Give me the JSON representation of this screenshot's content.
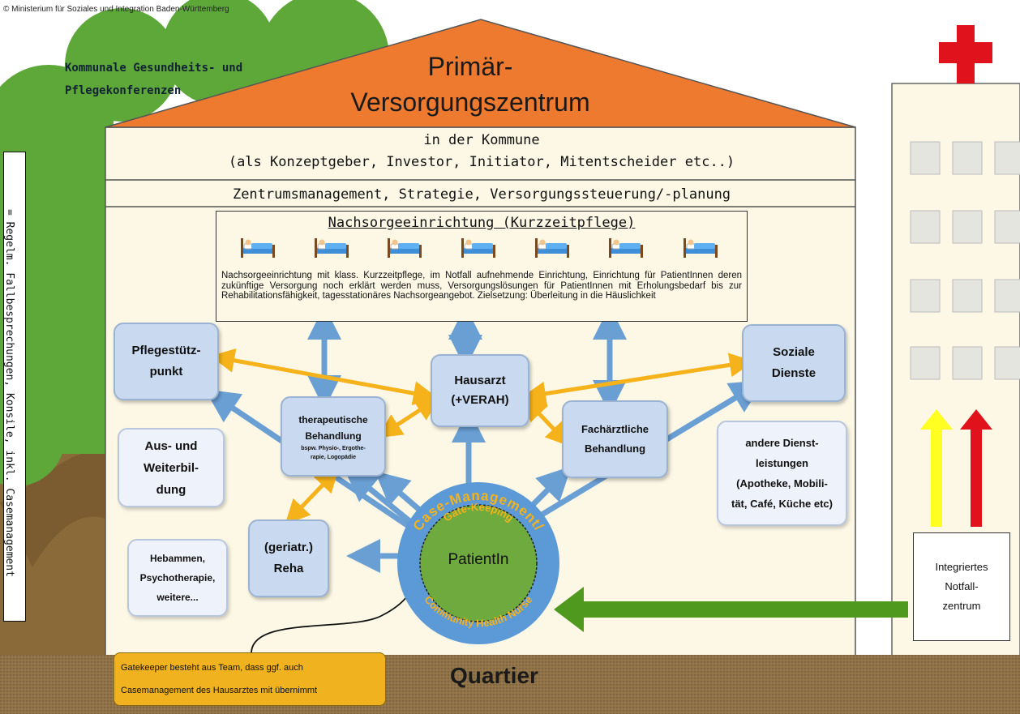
{
  "copyright": "© Ministerium für Soziales und Integration Baden-Württemberg",
  "tree_label": [
    "Kommunale Gesundheits- und",
    "Pflegekonferenzen"
  ],
  "roof_title": [
    "Primär-",
    "Versorgungszentrum"
  ],
  "commune_row": [
    "in der Kommune",
    "(als Konzeptgeber, Investor, Initiator, Mitentscheider etc..)"
  ],
  "management_row": "Zentrumsmanagement, Strategie, Versorgungssteuerung/-planung",
  "aftercare": {
    "title": "Nachsorgeeinrichtung (Kurzzeitpflege)",
    "bed_icons": [
      "bed-icon",
      "bed-icon",
      "bed-icon",
      "bed-icon",
      "bed-icon",
      "bed-icon",
      "bed-icon"
    ],
    "text": "Nachsorgeeinrichtung mit klass. Kurzzeitpflege, im Notfall aufnehmende Einrichtung, Einrichtung für PatientInnen deren zukünftige Versorgung noch erklärt werden muss, Versorgungslösungen für PatientInnen mit Erholungsbedarf bis zur Rehabilitationsfähigkeit, tagesstationäres Nachsorgeangebot. Zielsetzung: Überleitung in die Häuslichkeit"
  },
  "side_legend": "= Regelm. Fallbesprechungen, Konsile, inkl. Casemanagement",
  "boxes": {
    "pflege": [
      "Pflegestütz-",
      "punkt"
    ],
    "soziale": [
      "Soziale",
      "Dienste"
    ],
    "hausarzt": [
      "Hausarzt",
      "(+VERAH)"
    ],
    "therapie": [
      "therapeutische",
      "Behandlung"
    ],
    "therapie_small": [
      "bspw. Physio-, Ergothe-",
      "rapie, Logopädie"
    ],
    "facharzt": [
      "Fachärztliche",
      "Behandlung"
    ],
    "ausbildung": [
      "Aus- und",
      "Weiterbil-",
      "dung"
    ],
    "andere": [
      "andere Dienst-",
      "leistungen",
      "(Apotheke, Mobili-",
      "tät, Café, Küche etc)"
    ],
    "reha": [
      "(geriatr.)",
      "Reha"
    ],
    "hebammen": [
      "Hebammen,",
      "Psychotherapie,",
      "weitere..."
    ]
  },
  "patient": {
    "label": "PatientIn",
    "ring_top": "Case-Management/",
    "ring_inner": "Gate-Keeping",
    "ring_bottom": "Community Health Nurse"
  },
  "gatekeeper_note": [
    "Gatekeeper besteht aus Team, dass ggf. auch",
    "Casemanagement des Hausarztes mit übernimmt"
  ],
  "ground_label": "Quartier",
  "emergency": [
    "Integriertes",
    "Notfall-",
    "zentrum"
  ],
  "colors": {
    "roof": "#ee7a30",
    "house": "#fdf8e6",
    "tree": "#5ea83a",
    "trunk": "#8b6a3a",
    "ground": "#8f7247",
    "blue_arrow": "#6a9fd4",
    "orange_arrow": "#f5b21a",
    "patient_green": "#6faa3e",
    "ring_blue": "#5b9ad6",
    "cross_red": "#e0121b"
  }
}
